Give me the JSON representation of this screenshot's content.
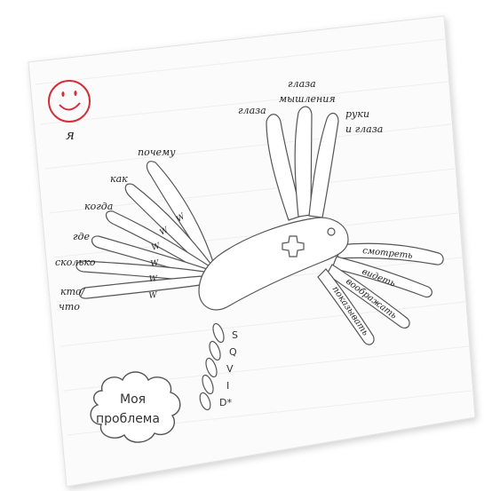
{
  "me_label": "я",
  "upper_labels": {
    "l1": "почему",
    "l2": "как",
    "l3": "когда",
    "l4": "где",
    "l5": "сколько",
    "l6a": "кто/",
    "l6b": "что"
  },
  "w_letter": "W",
  "top_labels": {
    "eyes": "глаза",
    "mind_a": "глаза",
    "mind_b": "мышления",
    "hands_a": "руки",
    "hands_b": "и глаза"
  },
  "right_labels": {
    "r1": "смотреть",
    "r2": "видеть",
    "r3": "воображать",
    "r4": "показывать"
  },
  "sqvid": [
    "S",
    "Q",
    "V",
    "I",
    "D*"
  ],
  "cloud_a": "Моя",
  "cloud_b": "проблема",
  "colors": {
    "accent": "#d0303a",
    "ink": "#555555"
  }
}
